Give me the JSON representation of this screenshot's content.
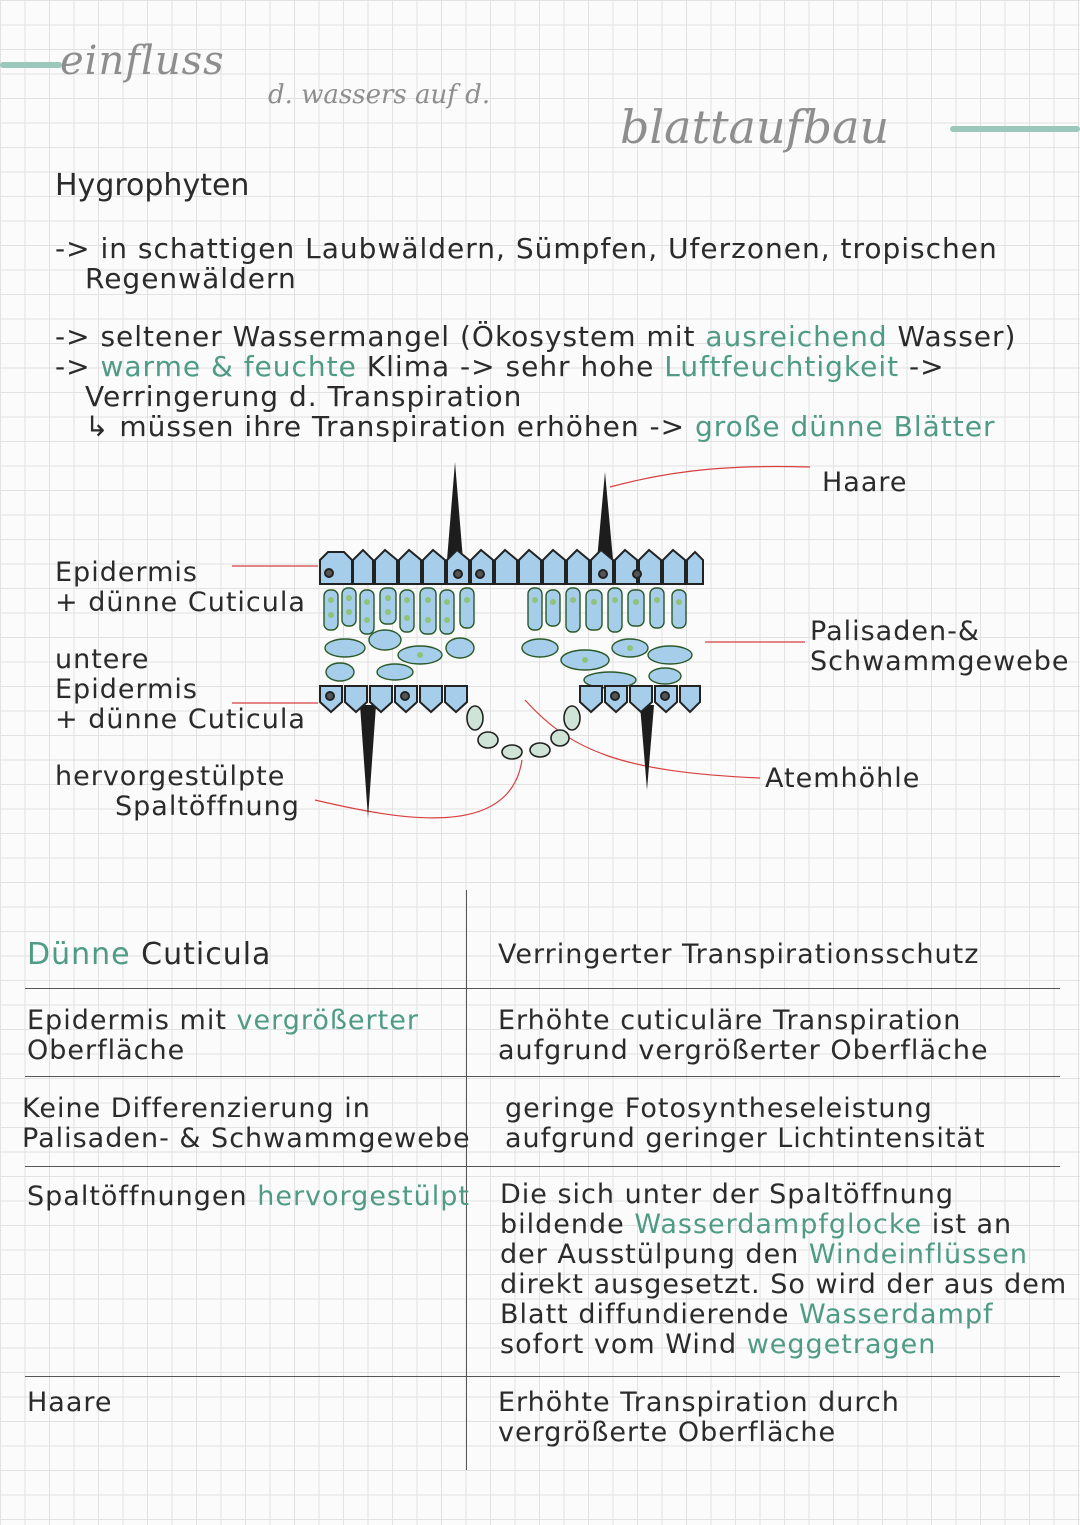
{
  "title": {
    "part1": "einfluss",
    "part2": "d. wassers auf d.",
    "part3": "blattaufbau"
  },
  "section_heading": "Hygrophyten",
  "notes": {
    "line1_prefix": "-> in schattigen",
    "line1_rest": "Laubwäldern, Sümpfen, Uferzonen, tropischen",
    "line2": "Regenwäldern",
    "line3_prefix": "-> seltener Wassermangel (Ökosystem mit",
    "line3_green": "ausreichend",
    "line3_suffix": "Wasser)",
    "line4_prefix": "->",
    "line4_green": "warme & feuchte",
    "line4_mid": "Klima -> sehr hohe",
    "line4_green2": "Luftfeuchtigkeit",
    "line4_suffix": "->",
    "line5": "Verringerung d. Transpiration",
    "line6_prefix": "↳ müssen ihre Transpiration erhöhen ->",
    "line6_green": "große dünne Blätter"
  },
  "diagram_labels": {
    "haare": "Haare",
    "epidermis_1": "Epidermis",
    "epidermis_2": "+ dünne Cuticula",
    "untere_1": "untere",
    "untere_2": "Epidermis",
    "untere_3": "+ dünne Cuticula",
    "palisaden_1": "Palisaden-&",
    "palisaden_2": "Schwammgewebe",
    "spalt_1": "hervorgestülpte",
    "spalt_2": "Spaltöffnung",
    "atemhoehle": "Atemhöhle"
  },
  "table": {
    "rows": [
      {
        "left": "Cuticula",
        "left_green": "Dünne",
        "right": "Verringerter Transpirationsschutz"
      },
      {
        "left1": "Epidermis mit",
        "left_green": "vergrößerter",
        "left2": "Oberfläche",
        "right1": "Erhöhte cuticuläre Transpiration",
        "right2": "aufgrund vergrößerter Oberfläche"
      },
      {
        "left1": "Keine Differenzierung in",
        "left2": "Palisaden- & Schwammgewebe",
        "right1": "geringe Fotosyntheseleistung",
        "right2": "aufgrund geringer Lichtintensität"
      },
      {
        "left1": "Spaltöffnungen",
        "left_green": "hervorgestülpt",
        "r1": "Die sich unter der Spaltöffnung",
        "r2a": "bildende",
        "r2g": "Wasserdampfglocke",
        "r2b": "ist an",
        "r3a": "der Ausstülpung den",
        "r3g": "Windeinflüssen",
        "r4": "direkt ausgesetzt. So wird der aus dem",
        "r5a": "Blatt diffundierende",
        "r5g": "Wasserdampf",
        "r6a": "sofort vom Wind",
        "r6g": "weggetragen"
      },
      {
        "left": "Haare",
        "right1": "Erhöhte Transpiration durch",
        "right2": "vergrößerte Oberfläche"
      }
    ]
  },
  "colors": {
    "accent_green": "#4f9b86",
    "cell_blue": "#a6cdea",
    "chloroplast_green": "#8fc27a",
    "pointer_red": "#d84040"
  }
}
